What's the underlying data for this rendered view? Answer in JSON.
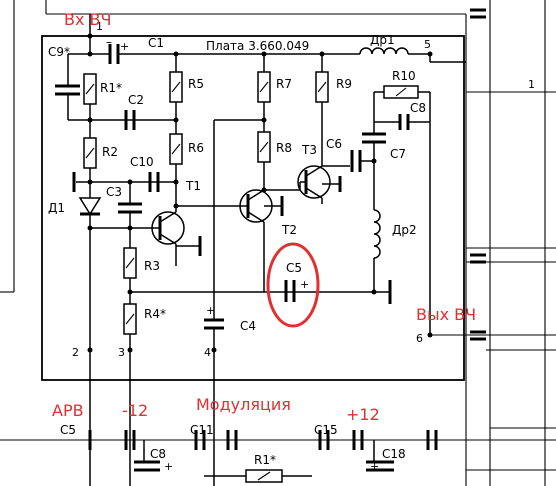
{
  "colors": {
    "annotation": "#e03030",
    "ink": "#000000"
  },
  "board_label": "Плата 3.660.049",
  "annotations": {
    "input_rf": "Вх ВЧ",
    "output_rf": "Вых ВЧ",
    "agc": "АРВ",
    "minus12": "-12",
    "modulation": "Модуляция",
    "plus12": "+12"
  },
  "pins": {
    "p1": "1",
    "p2": "2",
    "p3": "3",
    "p4": "4",
    "p5": "5",
    "p6": "6",
    "ext1": "1"
  },
  "components": {
    "c9": "C9*",
    "c1": "C1",
    "r1": "R1*",
    "c2": "C2",
    "r5": "R5",
    "r7": "R7",
    "r9": "R9",
    "dr1": "Др1",
    "r10": "R10",
    "c8": "C8",
    "r2": "R2",
    "c10": "C10",
    "r6": "R6",
    "r8": "R8",
    "t3": "T3",
    "c6": "C6",
    "c7": "C7",
    "c3": "C3",
    "t1": "T1",
    "d1": "Д1",
    "t2": "T2",
    "dr2": "Др2",
    "r3": "R3",
    "c5": "C5",
    "r4": "R4*",
    "c4": "C4",
    "c5b": "C5",
    "c11": "C11",
    "c15": "C15",
    "c8b": "C8",
    "r1b": "R1*",
    "c18": "C18"
  },
  "icons": {
    "highlight": "red-circle-highlight-icon"
  }
}
